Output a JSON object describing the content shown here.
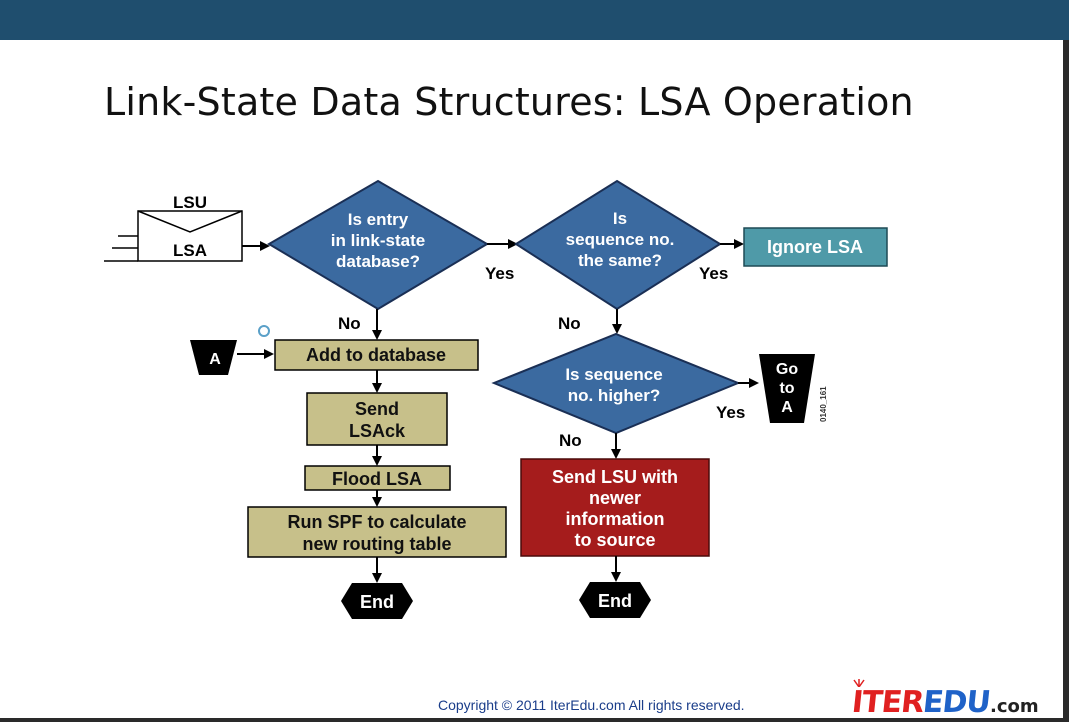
{
  "slide": {
    "title": "Link-State Data Structures: LSA Operation"
  },
  "diagram": {
    "envelope": {
      "top_label": "LSU",
      "bottom_label": "LSA"
    },
    "decision_1": {
      "lines": [
        "Is entry",
        "in link-state",
        "database?"
      ],
      "yes": "Yes",
      "no": "No"
    },
    "decision_2": {
      "lines": [
        "Is",
        "sequence no.",
        "the same?"
      ],
      "yes": "Yes",
      "no": "No"
    },
    "decision_3": {
      "lines": [
        "Is sequence",
        "no. higher?"
      ],
      "yes": "Yes",
      "no": "No"
    },
    "ignore_box": "Ignore LSA",
    "connector_a": "A",
    "goto_a": [
      "Go",
      "to",
      "A"
    ],
    "add_box": "Add to database",
    "lsack_box": [
      "Send",
      "LSAck"
    ],
    "flood_box": "Flood LSA",
    "spf_box": [
      "Run SPF to calculate",
      "new routing table"
    ],
    "send_lsu_box": [
      "Send LSU with",
      "newer",
      "information",
      "to source"
    ],
    "end_left": "End",
    "end_right": "End",
    "figure_code": "0140_161",
    "colors": {
      "diamond": "#3b6aa0",
      "olive_box": "#c7c08a",
      "teal_box": "#4f9aa8",
      "red_box": "#a51c1c",
      "terminal": "#000000"
    }
  },
  "footer": {
    "copyright": "Copyright © 2011 IterEdu.com  All rights reserved.",
    "logo_main": "ITER",
    "logo_edu": "EDU",
    "logo_com": ".com"
  }
}
